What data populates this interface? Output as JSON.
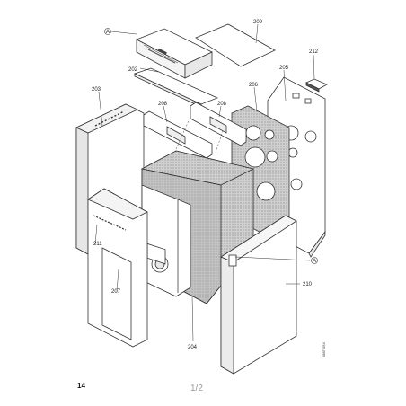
{
  "labels": {
    "circle_a_top": "A",
    "p209": "209",
    "p212": "212",
    "p202": "202",
    "p205": "205",
    "p203": "203",
    "p206": "206",
    "p208a": "208",
    "p208b": "208",
    "p211": "211",
    "p207": "207",
    "circle_a_right": "A",
    "p210": "210",
    "p204": "204"
  },
  "footer": {
    "page_number": "14",
    "pager": "1/2",
    "doc_id": "5887 054"
  },
  "colors": {
    "line": "#333333",
    "hatch": "#cfcfcf",
    "insulation": "#bdbdbd",
    "panel": "#ffffff"
  }
}
